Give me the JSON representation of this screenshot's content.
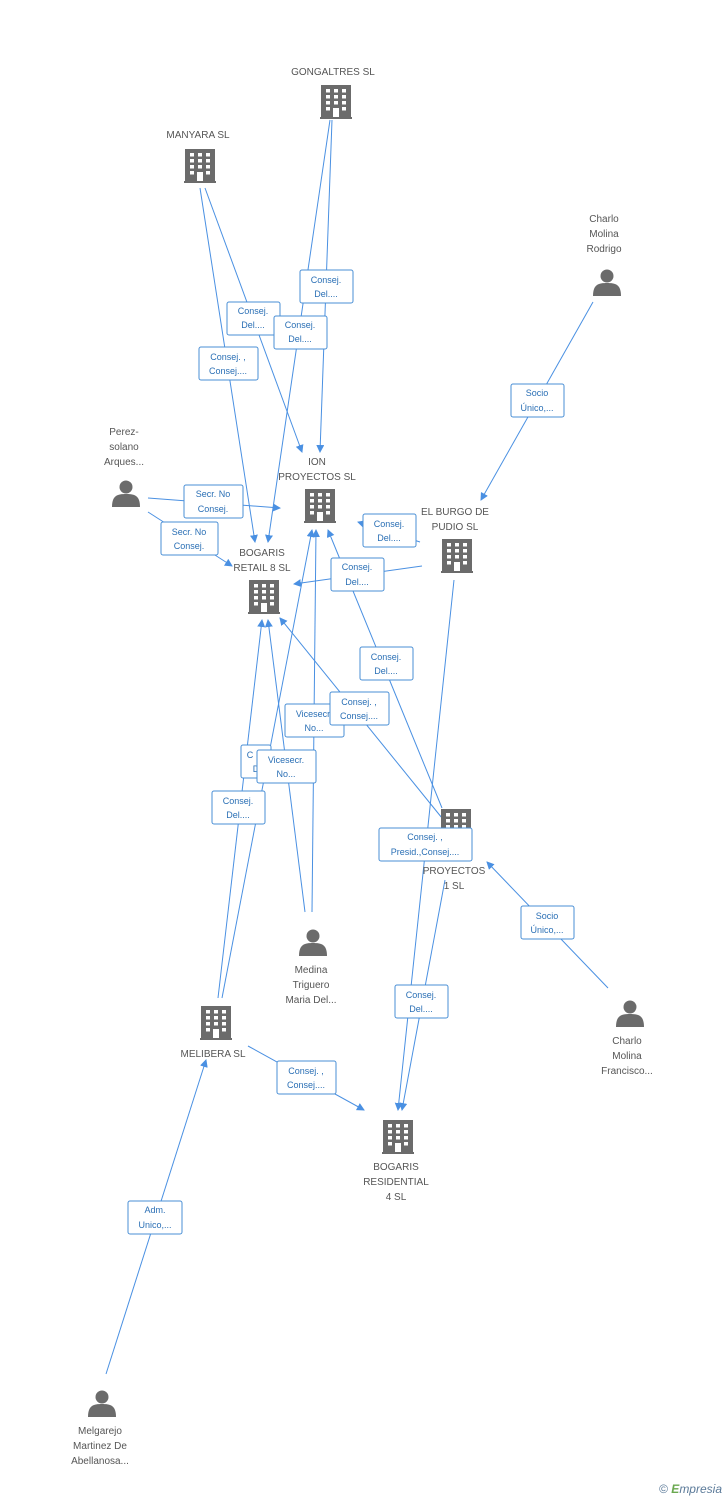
{
  "colors": {
    "node": "#666666",
    "edge": "#4a90e2",
    "label_text": "#2a6fb5",
    "node_text": "#555555"
  },
  "nodes": [
    {
      "id": "gongaltres",
      "kind": "company",
      "lines": [
        "GONGALTRES SL"
      ]
    },
    {
      "id": "manyara",
      "kind": "company",
      "lines": [
        "MANYARA  SL"
      ]
    },
    {
      "id": "charlo_rodrigo",
      "kind": "person",
      "lines": [
        "Charlo",
        "Molina",
        "Rodrigo"
      ]
    },
    {
      "id": "perez",
      "kind": "person",
      "lines": [
        "Perez-",
        "solano",
        "Arques..."
      ]
    },
    {
      "id": "ion",
      "kind": "company",
      "lines": [
        "ION",
        "PROYECTOS SL"
      ]
    },
    {
      "id": "burgo",
      "kind": "company",
      "lines": [
        "EL BURGO DE",
        "PUDIO SL"
      ]
    },
    {
      "id": "retail8",
      "kind": "company",
      "lines": [
        "BOGARIS",
        "RETAIL 8  SL"
      ]
    },
    {
      "id": "proyectos1",
      "kind": "company",
      "lines": [
        "PROYECTOS",
        "1 SL"
      ]
    },
    {
      "id": "medina",
      "kind": "person",
      "lines": [
        "Medina",
        "Triguero",
        "Maria Del..."
      ]
    },
    {
      "id": "charlo_francisco",
      "kind": "person",
      "lines": [
        "Charlo",
        "Molina",
        "Francisco..."
      ]
    },
    {
      "id": "melibera",
      "kind": "company",
      "lines": [
        "MELIBERA SL"
      ]
    },
    {
      "id": "residential4",
      "kind": "company",
      "lines": [
        "BOGARIS",
        "RESIDENTIAL",
        "4 SL"
      ]
    },
    {
      "id": "melgarejo",
      "kind": "person",
      "lines": [
        "Melgarejo",
        "Martinez De",
        "Abellanosa..."
      ]
    }
  ],
  "edge_labels": [
    {
      "id": "gong_ion",
      "lines": [
        "Consej.",
        "Del...."
      ]
    },
    {
      "id": "many_ion",
      "lines": [
        "Consej.",
        "Del...."
      ]
    },
    {
      "id": "gong_retail",
      "lines": [
        "Consej.",
        "Del...."
      ]
    },
    {
      "id": "many_retail",
      "lines": [
        "Consej. ,",
        "Consej...."
      ]
    },
    {
      "id": "rodrigo_burgo",
      "lines": [
        "Socio",
        "Único,..."
      ]
    },
    {
      "id": "perez_ion",
      "lines": [
        "Secr.  No",
        "Consej."
      ]
    },
    {
      "id": "perez_retail",
      "lines": [
        "Secr.  No",
        "Consej."
      ]
    },
    {
      "id": "burgo_ion",
      "lines": [
        "Consej.",
        "Del...."
      ]
    },
    {
      "id": "burgo_retail",
      "lines": [
        "Consej.",
        "Del...."
      ]
    },
    {
      "id": "proy_ion",
      "lines": [
        "Consej.",
        "Del...."
      ]
    },
    {
      "id": "medina_ion",
      "lines": [
        "Vicesecr.",
        "No..."
      ]
    },
    {
      "id": "proy_retail",
      "lines": [
        "Consej. ,",
        "Consej...."
      ]
    },
    {
      "id": "hidden_c",
      "lines": [
        "C",
        "D"
      ]
    },
    {
      "id": "medina_retail",
      "lines": [
        "Vicesecr.",
        "No..."
      ]
    },
    {
      "id": "melib_retail",
      "lines": [
        "Consej.",
        "Del...."
      ]
    },
    {
      "id": "proy_res",
      "lines": [
        "Consej. ,",
        "Presid.,Consej...."
      ]
    },
    {
      "id": "francisco_proy",
      "lines": [
        "Socio",
        "Único,..."
      ]
    },
    {
      "id": "burgo_res",
      "lines": [
        "Consej.",
        "Del...."
      ]
    },
    {
      "id": "melib_res",
      "lines": [
        "Consej. ,",
        "Consej...."
      ]
    },
    {
      "id": "melgarejo_melib",
      "lines": [
        "Adm.",
        "Unico,..."
      ]
    }
  ],
  "watermark": {
    "copyright": "©",
    "brand_first": "E",
    "brand_rest": "mpresia"
  }
}
